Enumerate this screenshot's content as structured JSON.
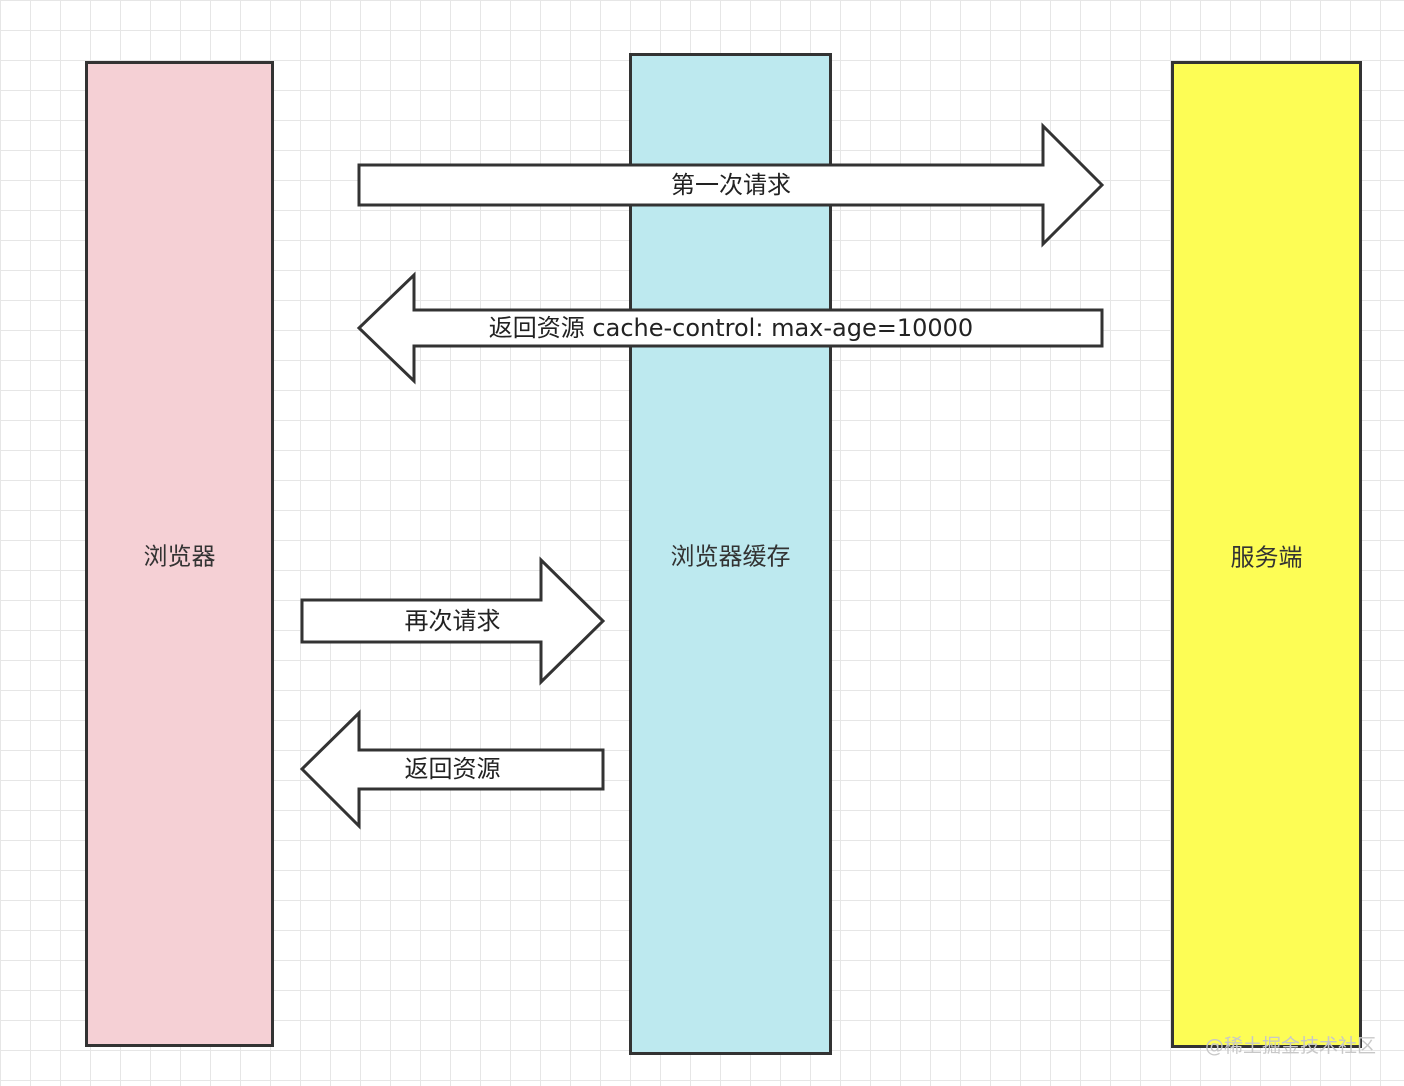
{
  "lanes": {
    "browser": {
      "label": "浏览器",
      "color": "#f5d0d5"
    },
    "cache": {
      "label": "浏览器缓存",
      "color": "#bde9ef"
    },
    "server": {
      "label": "服务端",
      "color": "#fdfd55"
    }
  },
  "arrows": {
    "first_request": "第一次请求",
    "response_with_cache": "返回资源 cache-control: max-age=10000",
    "second_request": "再次请求",
    "cached_response": "返回资源"
  },
  "watermark": "@稀土掘金技术社区"
}
